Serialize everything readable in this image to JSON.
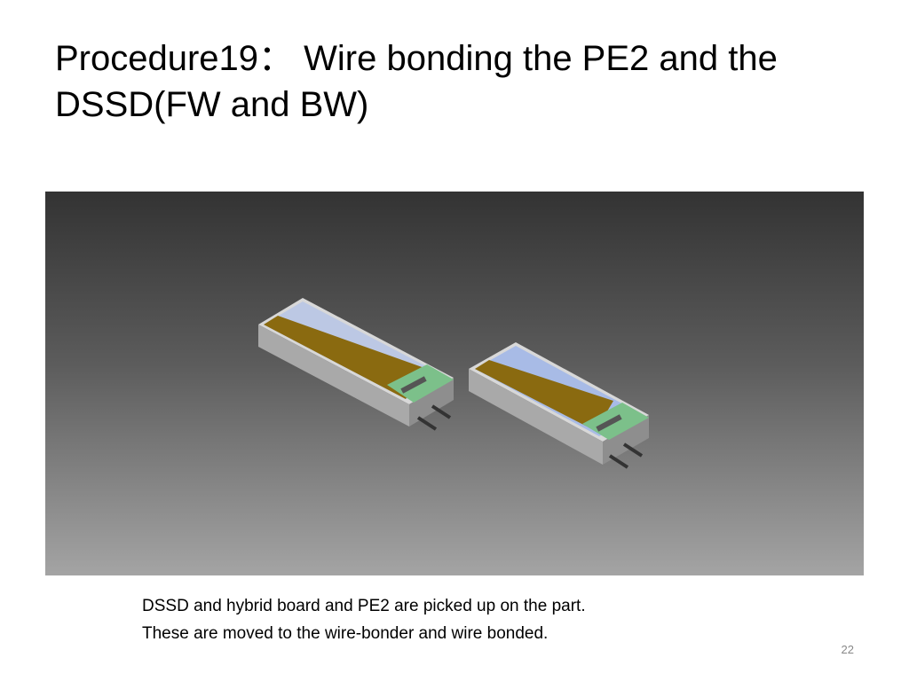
{
  "slide": {
    "title": "Procedure19： Wire bonding the PE2 and the DSSD(FW and BW)",
    "caption": [
      "DSSD and hybrid board and PE2 are picked up on the part.",
      "These are moved to the wire-bonder and wire bonded."
    ],
    "page_number": "22"
  },
  "figure": {
    "icon": "detector-module-render",
    "colors": {
      "background_top": "#333333",
      "background_bottom": "#a4a4a4",
      "sensor": "#b8c6e2",
      "kapton": "#8a6a10",
      "pcb": "#7cc08a",
      "frame": "#c8c8c8"
    }
  }
}
